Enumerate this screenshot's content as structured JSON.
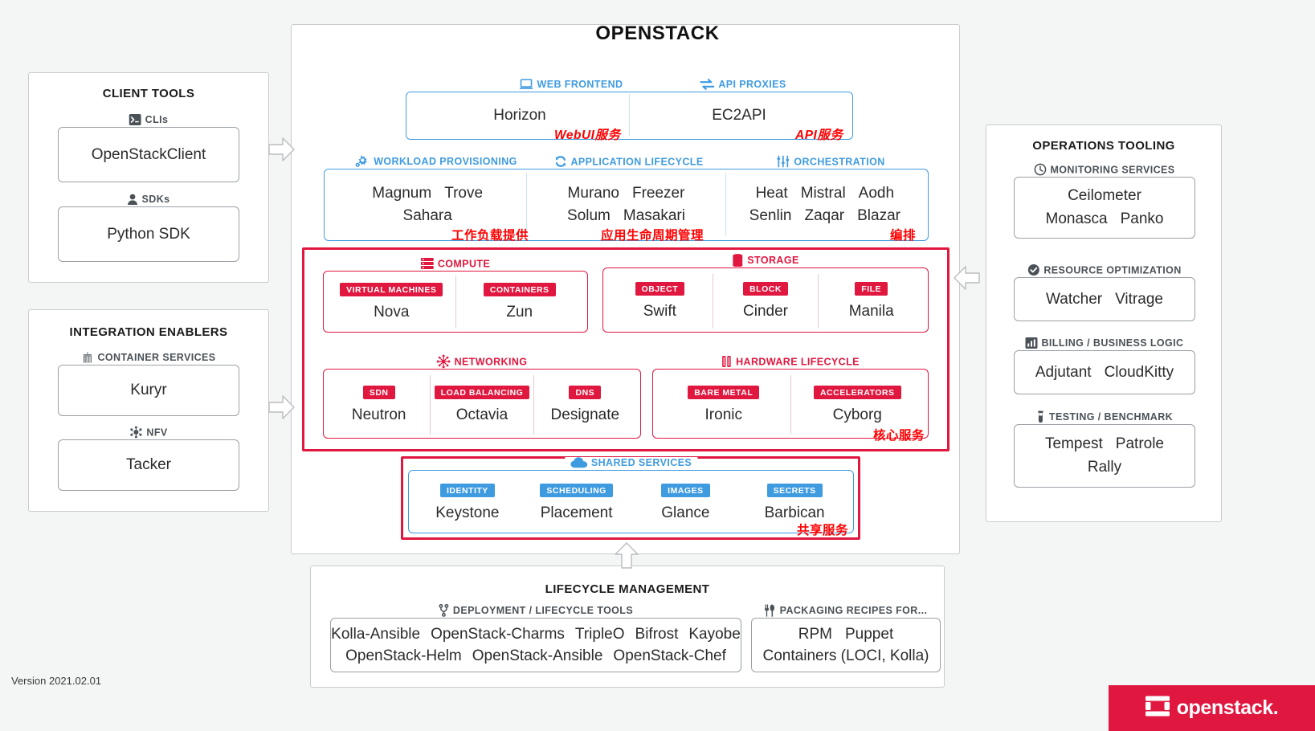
{
  "version_label": "Version 2021.02.01",
  "brand": {
    "name": "openstack.",
    "red": "#e0173f",
    "blue": "#3f9be0",
    "annotation_red": "#ff0000"
  },
  "openstack": {
    "title": "OPENSTACK",
    "top_row": {
      "web_frontend": {
        "legend": "WEB FRONTEND",
        "icon": "laptop-icon",
        "services": [
          "Horizon"
        ],
        "annotation": "WebUI服务"
      },
      "api_proxies": {
        "legend": "API PROXIES",
        "icon": "exchange-arrows-icon",
        "services": [
          "EC2API"
        ],
        "annotation": "API服务"
      }
    },
    "second_row": {
      "workload": {
        "legend": "WORKLOAD PROVISIONING",
        "icon": "gears-icon",
        "rows": [
          [
            "Magnum",
            "Trove"
          ],
          [
            "Sahara"
          ]
        ],
        "annotation": "工作负载提供"
      },
      "app_lifecycle": {
        "legend": "APPLICATION LIFECYCLE",
        "icon": "refresh-cycle-icon",
        "rows": [
          [
            "Murano",
            "Freezer"
          ],
          [
            "Solum",
            "Masakari"
          ]
        ],
        "annotation": "应用生命周期管理"
      },
      "orchestration": {
        "legend": "ORCHESTRATION",
        "icon": "sliders-icon",
        "rows": [
          [
            "Heat",
            "Mistral",
            "Aodh"
          ],
          [
            "Senlin",
            "Zaqar",
            "Blazar"
          ]
        ],
        "annotation": "编排"
      }
    },
    "core": {
      "annotation": "核心服务",
      "compute": {
        "legend": "COMPUTE",
        "icon": "server-rack-icon",
        "items": [
          {
            "tag": "VIRTUAL MACHINES",
            "name": "Nova"
          },
          {
            "tag": "CONTAINERS",
            "name": "Zun"
          }
        ]
      },
      "storage": {
        "legend": "STORAGE",
        "icon": "database-stack-icon",
        "items": [
          {
            "tag": "OBJECT",
            "name": "Swift"
          },
          {
            "tag": "BLOCK",
            "name": "Cinder"
          },
          {
            "tag": "FILE",
            "name": "Manila"
          }
        ]
      },
      "networking": {
        "legend": "NETWORKING",
        "icon": "network-nodes-icon",
        "items": [
          {
            "tag": "SDN",
            "name": "Neutron"
          },
          {
            "tag": "LOAD BALANCING",
            "name": "Octavia"
          },
          {
            "tag": "DNS",
            "name": "Designate"
          }
        ]
      },
      "hardware_lifecycle": {
        "legend": "HARDWARE LIFECYCLE",
        "icon": "memory-chip-icon",
        "items": [
          {
            "tag": "BARE METAL",
            "name": "Ironic"
          },
          {
            "tag": "ACCELERATORS",
            "name": "Cyborg"
          }
        ]
      }
    },
    "shared_services": {
      "legend": "SHARED SERVICES",
      "icon": "cloud-icon",
      "annotation": "共享服务",
      "items": [
        {
          "tag": "IDENTITY",
          "name": "Keystone"
        },
        {
          "tag": "SCHEDULING",
          "name": "Placement"
        },
        {
          "tag": "IMAGES",
          "name": "Glance"
        },
        {
          "tag": "SECRETS",
          "name": "Barbican"
        }
      ]
    }
  },
  "client_tools": {
    "title": "CLIENT TOOLS",
    "groups": [
      {
        "legend": "CLIs",
        "icon": "terminal-icon",
        "rows": [
          [
            "OpenStackClient"
          ]
        ]
      },
      {
        "legend": "SDKs",
        "icon": "user-icon",
        "rows": [
          [
            "Python SDK"
          ]
        ]
      }
    ]
  },
  "integration_enablers": {
    "title": "INTEGRATION ENABLERS",
    "groups": [
      {
        "legend": "CONTAINER SERVICES",
        "icon": "shipping-container-icon",
        "rows": [
          [
            "Kuryr"
          ]
        ]
      },
      {
        "legend": "NFV",
        "icon": "nfv-nodes-icon",
        "rows": [
          [
            "Tacker"
          ]
        ]
      }
    ]
  },
  "operations_tooling": {
    "title": "OPERATIONS TOOLING",
    "groups": [
      {
        "legend": "MONITORING SERVICES",
        "icon": "clock-icon",
        "rows": [
          [
            "Ceilometer"
          ],
          [
            "Monasca",
            "Panko"
          ]
        ]
      },
      {
        "legend": "RESOURCE OPTIMIZATION",
        "icon": "check-circle-icon",
        "rows": [
          [
            "Watcher",
            "Vitrage"
          ]
        ]
      },
      {
        "legend": "BILLING / BUSINESS LOGIC",
        "icon": "bar-chart-icon",
        "rows": [
          [
            "Adjutant",
            "CloudKitty"
          ]
        ]
      },
      {
        "legend": "TESTING / BENCHMARK",
        "icon": "test-tube-icon",
        "rows": [
          [
            "Tempest",
            "Patrole"
          ],
          [
            "Rally"
          ]
        ]
      }
    ]
  },
  "lifecycle_management": {
    "title": "LIFECYCLE MANAGEMENT",
    "groups": [
      {
        "legend": "DEPLOYMENT / LIFECYCLE TOOLS",
        "icon": "git-branch-icon",
        "rows": [
          [
            "Kolla-Ansible",
            "OpenStack-Charms",
            "TripleO",
            "Bifrost",
            "Kayobe"
          ],
          [
            "OpenStack-Helm",
            "OpenStack-Ansible",
            "OpenStack-Chef"
          ]
        ]
      },
      {
        "legend": "PACKAGING RECIPES FOR...",
        "icon": "fork-knife-icon",
        "rows": [
          [
            "RPM",
            "Puppet"
          ],
          [
            "Containers (LOCI, Kolla)"
          ]
        ]
      }
    ]
  }
}
